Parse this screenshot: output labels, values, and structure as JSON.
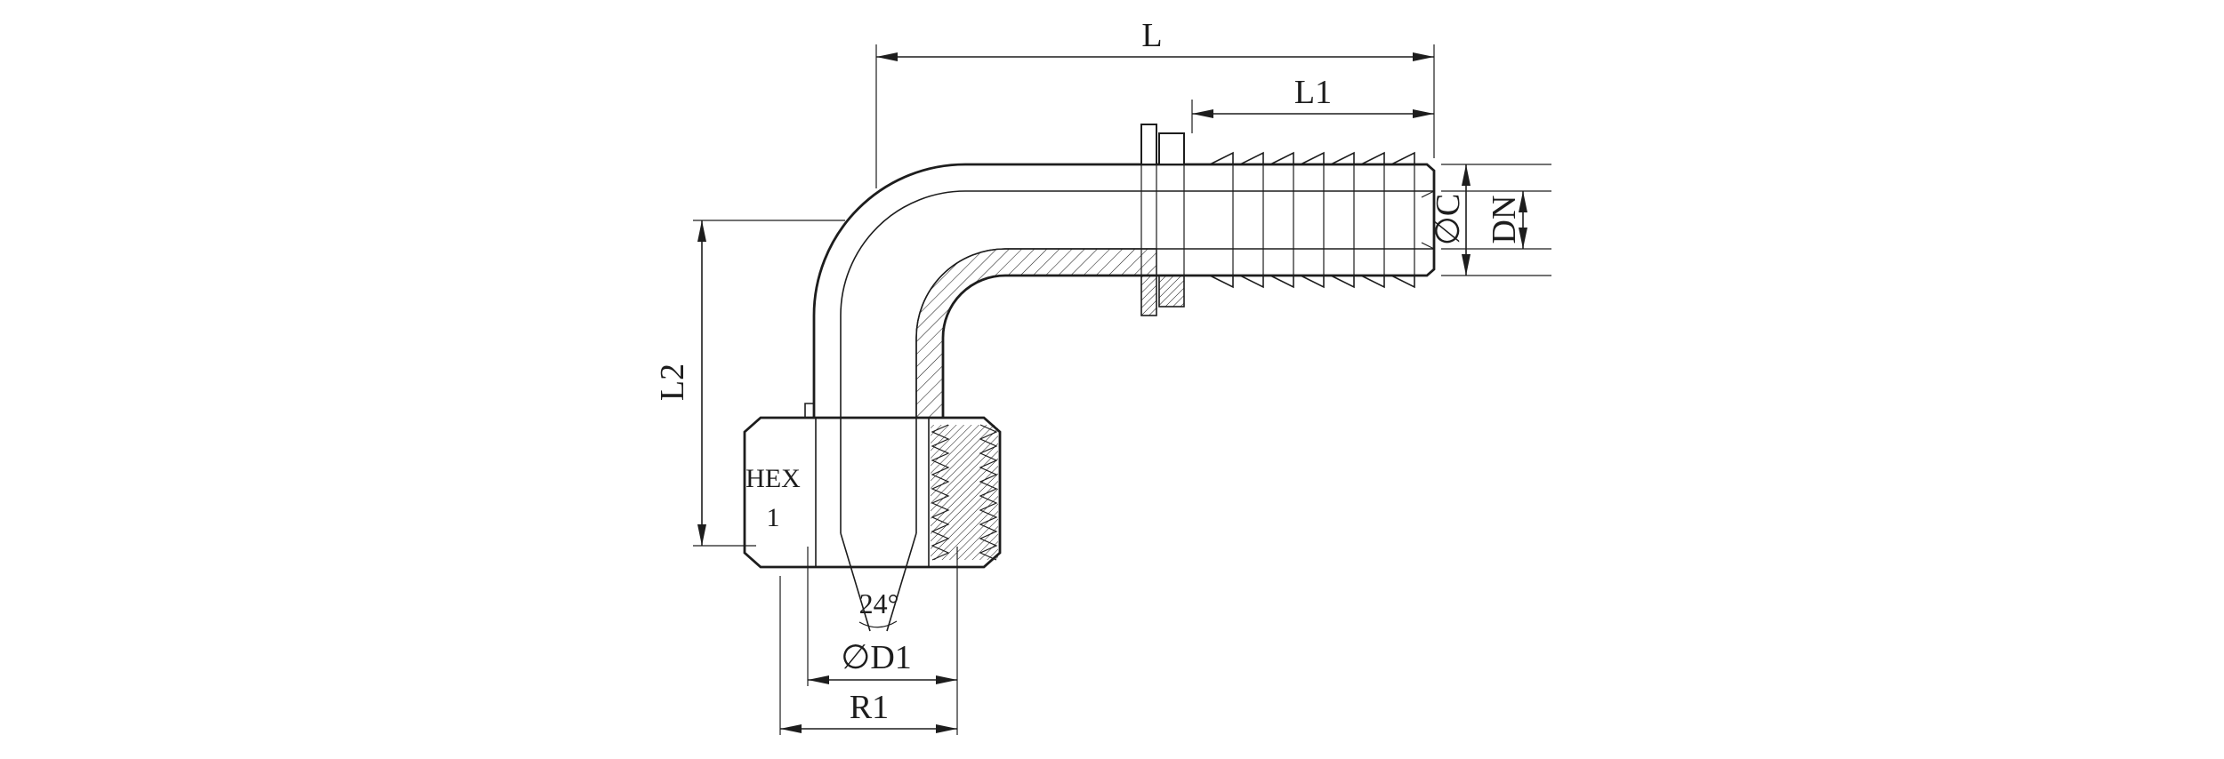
{
  "drawing": {
    "type": "technical-drawing",
    "subject": "90-degree elbow hose fitting with hex swivel nut, section view",
    "background_color": "#ffffff",
    "line_color": "#1d1d1d",
    "labels": {
      "length_overall": "L",
      "length_tail": "L1",
      "length_drop": "L2",
      "diameter_c": "∅C",
      "diameter_dn": "DN",
      "hex_line1": "HEX",
      "hex_line2": "1",
      "cone_angle": "24°",
      "diameter_d1": "∅D1",
      "radius_r1": "R1"
    }
  }
}
